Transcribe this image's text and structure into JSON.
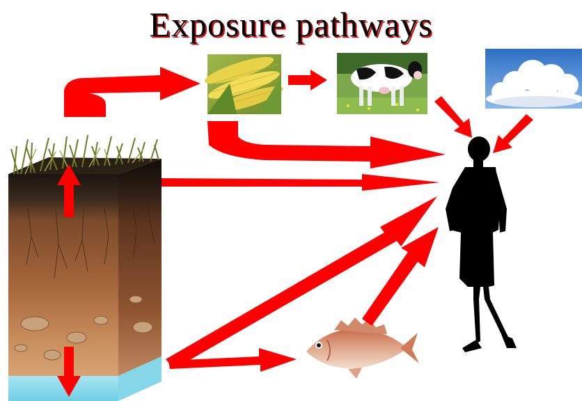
{
  "title": "Exposure pathways",
  "colors": {
    "arrow": "#ff0000",
    "title_shadow": "#d01010",
    "silhouette": "#000000"
  },
  "pictures": {
    "soil": "soil-profile-cross-section",
    "corn": "corn-cobs-photo",
    "cow": "dairy-cow-photo",
    "sky": "cloudy-sky-photo",
    "fish": "red-sea-bream-fish",
    "person": "woman-silhouette"
  }
}
